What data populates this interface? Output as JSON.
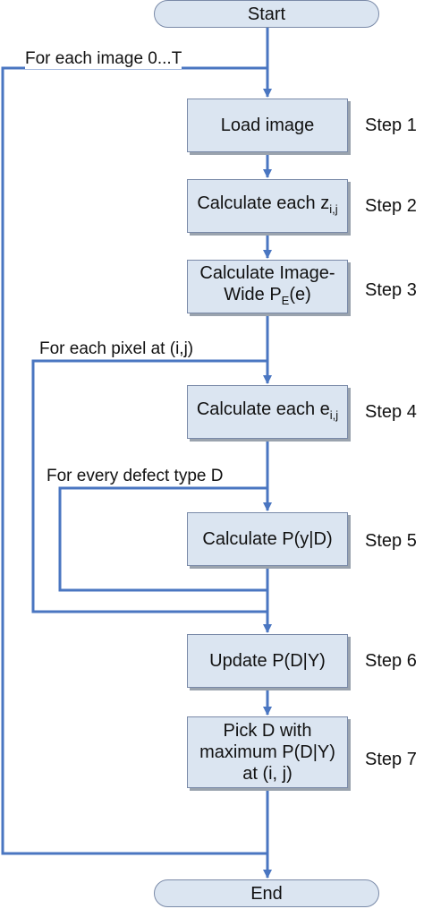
{
  "terminals": {
    "start": "Start",
    "end": "End"
  },
  "steps": [
    {
      "id": "load-image",
      "lines": [
        "Load image"
      ],
      "step_label": "Step 1"
    },
    {
      "id": "calc-z",
      "prefix": "Calculate each z",
      "sub": "i,j",
      "step_label": "Step 2"
    },
    {
      "id": "calc-pe",
      "line1": "Calculate Image-",
      "line2_prefix": "Wide P",
      "sub": "E",
      "line2_suffix": "(e)",
      "step_label": "Step 3"
    },
    {
      "id": "calc-e",
      "prefix": "Calculate each e",
      "sub": "i,j",
      "step_label": "Step 4"
    },
    {
      "id": "calc-pyd",
      "lines": [
        "Calculate P(y|D)"
      ],
      "step_label": "Step 5"
    },
    {
      "id": "update-pdy",
      "lines": [
        "Update P(D|Y)"
      ],
      "step_label": "Step 6"
    },
    {
      "id": "pick-d",
      "lines": [
        "Pick D with",
        "maximum P(D|Y)",
        "at (i, j)"
      ],
      "step_label": "Step 7"
    }
  ],
  "loops": {
    "images": "For each image 0...T",
    "pixels": "For each pixel at (i,j)",
    "defects": "For every defect type D"
  },
  "colors": {
    "connector": "#4a76c1",
    "box_fill": "#dbe5f1",
    "box_border": "#7a8aa8",
    "shadow": "#9aa3ae"
  }
}
